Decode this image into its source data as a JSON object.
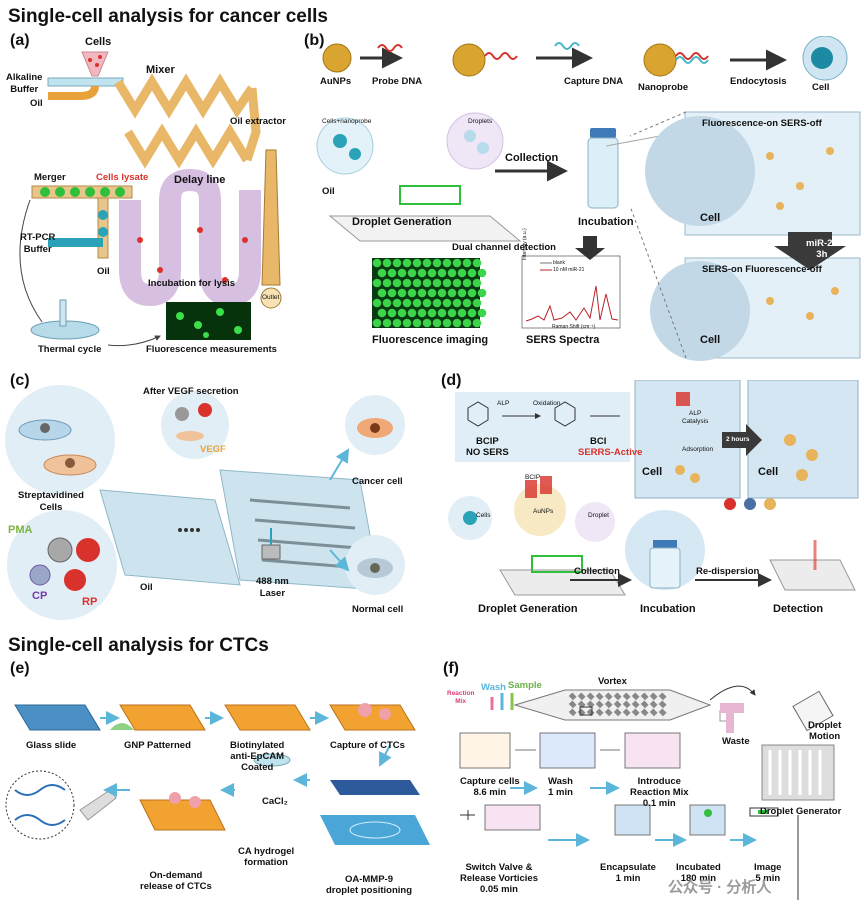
{
  "headings": {
    "cancer": "Single-cell analysis for cancer cells",
    "ctc": "Single-cell analysis for CTCs"
  },
  "panels": {
    "a": "(a)",
    "b": "(b)",
    "c": "(c)",
    "d": "(d)",
    "e": "(e)",
    "f": "(f)"
  },
  "panel_a": {
    "cells": "Cells",
    "alkaline_buffer": "Alkaline\nBuffer",
    "oil_top": "Oil",
    "mixer": "Mixer",
    "oil_extractor": "Oil extractor",
    "merger": "Merger",
    "cells_lysate": "Cells lysate",
    "delay_line": "Delay line",
    "rt_pcr_buffer": "RT-PCR\nBuffer",
    "oil_bottom": "Oil",
    "incubation_lysis": "Incubation for lysis",
    "outlet": "Outlet",
    "thermal_cycle": "Thermal cycle",
    "fluorescence_measurements": "Fluorescence measurements"
  },
  "panel_b": {
    "aunps": "AuNPs",
    "probe_dna": "Probe DNA",
    "capture_dna": "Capture DNA",
    "nanoprobe": "Nanoprobe",
    "endocytosis": "Endocytosis",
    "cell": "Cell",
    "cells_nanoprobe": "Cells+nanoprobe",
    "droplets": "Droplets",
    "oil": "Oil",
    "droplet_generation": "Droplet Generation",
    "collection": "Collection",
    "incubation": "Incubation",
    "dual_channel": "Dual channel detection",
    "fluorescence_imaging": "Fluorescence imaging",
    "sers_spectra": "SERS Spectra",
    "fl_on": "Fluorescence-on SERS-off",
    "mir21": "miR-21\n3h",
    "sers_on": "SERS-on Fluorescence-off",
    "cell_top": "Cell",
    "cell_bottom": "Cell",
    "spectrum_legend": [
      "blank",
      "10 nM miR-21"
    ],
    "spectrum_xlabel": "Raman Shift (cm⁻¹)",
    "spectrum_ylabel": "Intensity (a.u.)"
  },
  "panel_c": {
    "after_vegf": "After VEGF secretion",
    "vegf": "VEGF",
    "streptavidined": "Streptavidined\nCells",
    "pma": "PMA",
    "cp": "CP",
    "rp": "RP",
    "oil": "Oil",
    "laser": "488 nm\nLaser",
    "cancer_cell": "Cancer cell",
    "normal_cell": "Normal cell"
  },
  "panel_d": {
    "alp": "ALP",
    "oxidation": "Oxidation",
    "bcip": "BCIP\nNO SERS",
    "bci": "BCI",
    "serrs_active": "SERRS-Active",
    "alp_catalysis": "ALP\nCatalysis",
    "adsorption": "Adsorption",
    "cell_left": "Cell",
    "two_hours": "2 hours",
    "cell_right": "Cell",
    "cells": "Cells",
    "bcip_small": "BCIP",
    "aunps": "AuNPs",
    "droplet": "Droplet",
    "collection": "Collection",
    "re_dispersion": "Re-dispersion",
    "droplet_generation": "Droplet Generation",
    "incubation": "Incubation",
    "detection": "Detection"
  },
  "panel_e": {
    "glass_slide": "Glass slide",
    "gnp_patterned": "GNP Patterned",
    "biotinylated": "Biotinylated\nanti-EpCAM\nCoated",
    "capture": "Capture of CTCs",
    "cacl2": "CaCl₂",
    "ca_hydrogel": "CA hydrogel\nformation",
    "on_demand": "On-demand\nrelease of CTCs",
    "oa_mmp9": "OA-MMP-9\ndroplet positioning"
  },
  "panel_f": {
    "wash": "Wash",
    "sample": "Sample",
    "reaction_mix": "Reaction\nMix",
    "vortex": "Vortex",
    "waste": "Waste",
    "droplet_motion": "Droplet\nMotion",
    "droplet_generator": "Droplet Generator",
    "capture_cells": "Capture cells\n8.6 min",
    "wash_step": "Wash\n1 min",
    "introduce": "Introduce\nReaction Mix\n0.1 min",
    "switch_valve": "Switch Valve &\nRelease Vorticies\n0.05 min",
    "encapsulate": "Encapsulate\n1 min",
    "incubated": "Incubated\n180 min",
    "image": "Image\n5 min"
  },
  "watermark": "公众号 · 分析人",
  "colors": {
    "teal": "#2aa3b8",
    "orange": "#e8a23a",
    "purple": "#9b59b6",
    "red": "#d9312b",
    "green": "#2fbf3a",
    "light_blue": "#cfe6f2",
    "arrow_blue": "#5bb6d9",
    "dark_arrow": "#333333"
  }
}
